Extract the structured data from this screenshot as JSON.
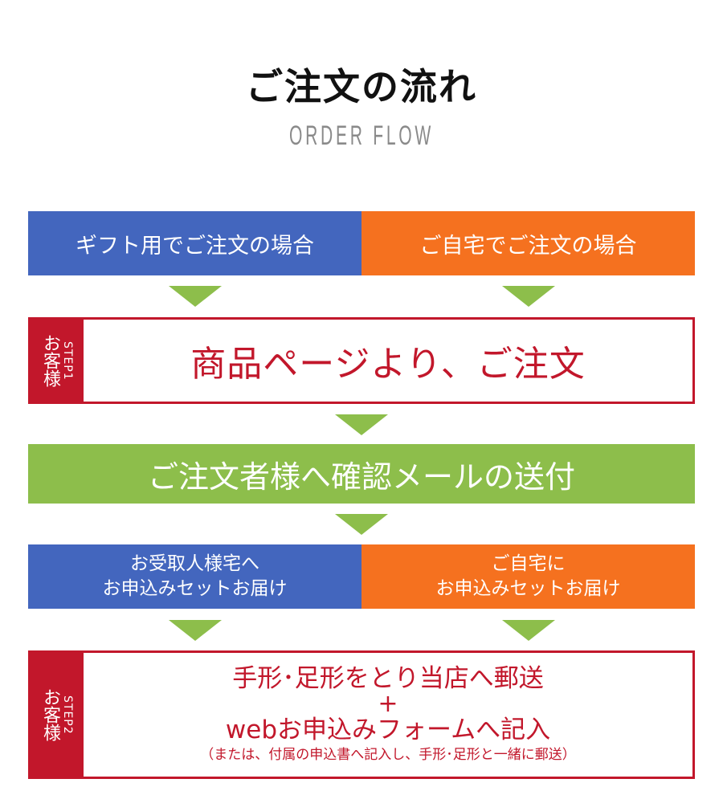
{
  "header": {
    "title": "ご注文の流れ",
    "subtitle": "ORDER FLOW"
  },
  "choices": {
    "gift": "ギフト用でご注文の場合",
    "home": "ご自宅でご注文の場合"
  },
  "step1": {
    "actor": "お客様",
    "step": "STEP1",
    "text": "商品ページより、ご注文"
  },
  "confirmation": "ご注文者様へ確認メールの送付",
  "delivery": {
    "gift_line1": "お受取人様宅へ",
    "gift_line2": "お申込みセットお届け",
    "home_line1": "ご自宅に",
    "home_line2": "お申込みセットお届け"
  },
  "step2": {
    "actor": "お客様",
    "step": "STEP2",
    "line1": "手形･足形をとり当店へ郵送",
    "plus": "+",
    "line2": "webお申込みフォームへ記入",
    "note": "（または、付属の申込書へ記入し、手形･足形と一緒に郵送）"
  },
  "colors": {
    "blue": "#4366be",
    "orange": "#f5711f",
    "green": "#8dbe4b",
    "red": "#c2172b"
  }
}
